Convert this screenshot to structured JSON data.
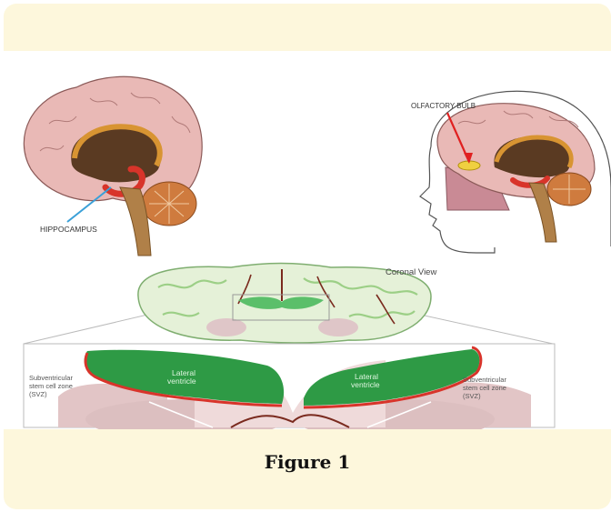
{
  "figure": {
    "caption": "Figure 1",
    "labels": {
      "hippocampus": "HIPPOCAMPUS",
      "olfactory_bulb": "OLFACTORY BULB",
      "coronal_view": "Coronal View",
      "lateral_ventricle_left_1": "Lateral",
      "lateral_ventricle_left_2": "ventricle",
      "lateral_ventricle_right_1": "Lateral",
      "lateral_ventricle_right_2": "ventricle",
      "svz_left_1": "Subventricular",
      "svz_left_2": "stem cell zone",
      "svz_left_3": "(SVZ)",
      "svz_right_1": "Subventricular",
      "svz_right_2": "stem cell zone",
      "svz_right_3": "(SVZ)"
    },
    "colors": {
      "card_background": "#fdf7dc",
      "brain_pink": "#e9b9b6",
      "ventricle_green": "#2e9a45",
      "hippocampus_red": "#d8342a",
      "cerebellum_orange": "#cf7b3e",
      "brainstem_tan": "#b08048",
      "pointer_blue": "#3aa0d8",
      "pointer_red": "#e02020"
    }
  }
}
